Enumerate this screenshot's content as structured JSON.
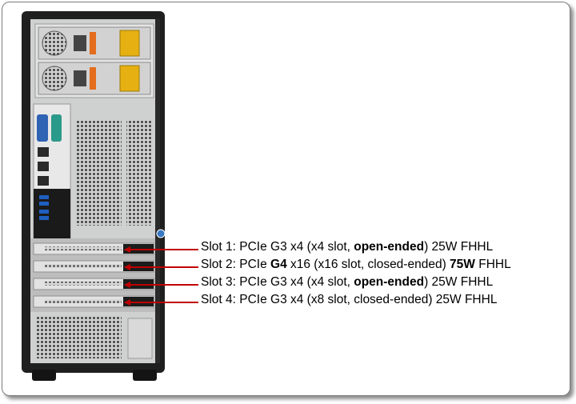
{
  "colors": {
    "chassis": "#1f1f1f",
    "panel": "#cfd0d0",
    "arrow": "#c00000",
    "vga_port": "#2f63b3",
    "serial_port": "#2a9a8a",
    "psu_label": "#e6b012",
    "psu_handle": "#e46c1d",
    "usb": "#1e5fbf"
  },
  "slots": [
    {
      "before": "Slot 1: PCIe G3 x4 (x4 slot, ",
      "bold1": "open-ended",
      "middle": ") 25W FHHL",
      "bold2": "",
      "after": ""
    },
    {
      "before": "Slot 2: PCIe ",
      "bold1": "G4",
      "middle": " x16 (x16 slot, closed-ended) ",
      "bold2": "75W",
      "after": " FHHL"
    },
    {
      "before": "Slot 3: PCIe G3 x4 (x4 slot, ",
      "bold1": "open-ended",
      "middle": ") 25W FHHL",
      "bold2": "",
      "after": ""
    },
    {
      "before": "Slot 4: PCIe G3 x4 (x8 slot, closed-ended) 25W FHHL",
      "bold1": "",
      "middle": "",
      "bold2": "",
      "after": ""
    }
  ]
}
